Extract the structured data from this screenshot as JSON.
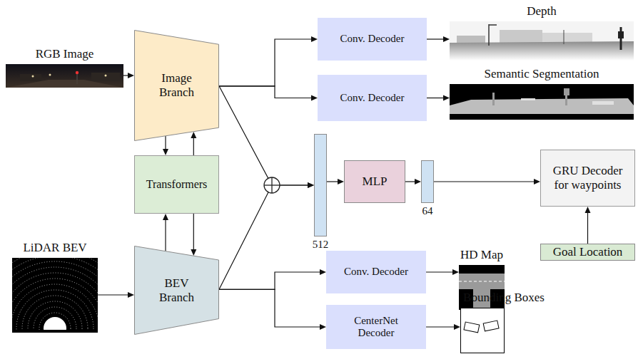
{
  "diagram": {
    "nodes": [
      {
        "text": [
          "RGB Image"
        ]
      },
      {
        "text": [
          "Image Branch"
        ]
      },
      {
        "text": [
          "Conv. Decoder"
        ]
      },
      {
        "text": [
          "Depth"
        ]
      },
      {
        "text": [
          "Conv. Decoder"
        ]
      },
      {
        "text": [
          "Semantic Segmentation"
        ]
      },
      {
        "text": [
          "Transformers"
        ]
      },
      {
        "text": [
          "512"
        ]
      },
      {
        "text": [
          "MLP"
        ]
      },
      {
        "text": [
          "64"
        ]
      },
      {
        "text": [
          "GRU Decoder for waypoints"
        ]
      },
      {
        "text": [
          "Goal Location"
        ]
      },
      {
        "text": [
          "LiDAR BEV"
        ]
      },
      {
        "text": [
          "BEV Branch"
        ]
      },
      {
        "text": [
          "Conv. Decoder"
        ]
      },
      {
        "text": [
          "HD Map"
        ]
      },
      {
        "text": [
          "CenterNet Decoder"
        ]
      },
      {
        "text": [
          "Bounding Boxes"
        ]
      }
    ],
    "edges": [
      {
        "from": 0,
        "to": 1,
        "arrow": "to"
      },
      {
        "from": 1,
        "to": 2,
        "arrow": "to"
      },
      {
        "from": 1,
        "to": 4,
        "arrow": "to"
      },
      {
        "from": 2,
        "to": 3,
        "arrow": "to"
      },
      {
        "from": 4,
        "to": 5,
        "arrow": "to"
      },
      {
        "from": 1,
        "to": 6,
        "arrow": "to"
      },
      {
        "from": 6,
        "to": 1,
        "arrow": "to"
      },
      {
        "from": 13,
        "to": 6,
        "arrow": "to"
      },
      {
        "from": 6,
        "to": 13,
        "arrow": "to"
      },
      {
        "from": 1,
        "to": 7,
        "arrow": "to"
      },
      {
        "from": 13,
        "to": 7,
        "arrow": "to"
      },
      {
        "from": 7,
        "to": 8,
        "arrow": "to"
      },
      {
        "from": 8,
        "to": 9,
        "arrow": "to"
      },
      {
        "from": 9,
        "to": 10,
        "arrow": "to"
      },
      {
        "from": 11,
        "to": 10,
        "arrow": "to"
      },
      {
        "from": 12,
        "to": 13,
        "arrow": "to"
      },
      {
        "from": 13,
        "to": 14,
        "arrow": "to"
      },
      {
        "from": 13,
        "to": 16,
        "arrow": "to"
      },
      {
        "from": 14,
        "to": 15,
        "arrow": "to"
      },
      {
        "from": 16,
        "to": 17,
        "arrow": "to"
      }
    ]
  }
}
